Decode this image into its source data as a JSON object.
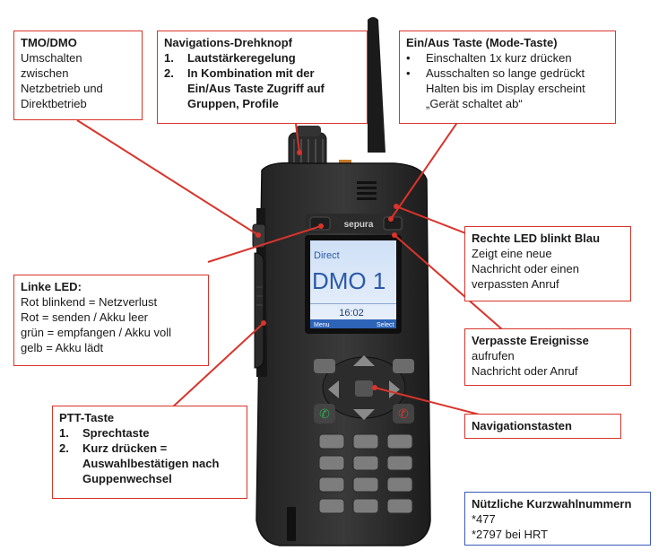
{
  "callouts": {
    "tmo_dmo": {
      "title": "TMO/DMO",
      "lines": [
        "Umschalten",
        "zwischen",
        "Netzbetrieb und",
        "Direktbetrieb"
      ]
    },
    "navigation_knob": {
      "title": "Navigations-Drehknopf",
      "items": [
        {
          "num": "1.",
          "text": "Lautstärkeregelung"
        },
        {
          "num": "2.",
          "text": "In Kombination mit der Ein/Aus Taste Zugriff auf Gruppen, Profile"
        }
      ]
    },
    "power_key": {
      "title": "Ein/Aus Taste (Mode-Taste)",
      "bullets": [
        "Einschalten 1x kurz drücken",
        "Ausschalten so lange gedrückt Halten bis im Display erscheint „Gerät schaltet ab“"
      ]
    },
    "right_led": {
      "title": "Rechte LED blinkt Blau",
      "lines": [
        "Zeigt eine neue",
        "Nachricht oder einen",
        "verpassten Anruf"
      ]
    },
    "left_led": {
      "title": "Linke LED:",
      "lines": [
        "Rot blinkend = Netzverlust",
        "Rot = senden / Akku leer",
        "grün = empfangen / Akku voll",
        "gelb = Akku lädt"
      ]
    },
    "missed_events": {
      "title": "Verpasste Ereignisse",
      "lines": [
        "aufrufen",
        "Nachricht oder Anruf"
      ]
    },
    "nav_keys": {
      "title": "Navigationstasten"
    },
    "ptt": {
      "title": "PTT-Taste",
      "items": [
        {
          "num": "1.",
          "text": "Sprechtaste"
        },
        {
          "num": "2.",
          "text": "Kurz drücken = Auswahlbestätigen nach Guppenwechsel"
        }
      ]
    },
    "speed_dial": {
      "title": "Nützliche Kurzwahlnummern",
      "lines": [
        "*477",
        "*2797 bei HRT"
      ]
    }
  },
  "device": {
    "brand": "sepura",
    "display_mode": "Direct",
    "display_group": "DMO 1",
    "display_time": "16:02",
    "softkey_left": "Menu",
    "softkey_right": "Select"
  },
  "colors": {
    "callout_border": "#d9342b",
    "info_border": "#3b5ab8",
    "arrow": "#d9342b"
  }
}
